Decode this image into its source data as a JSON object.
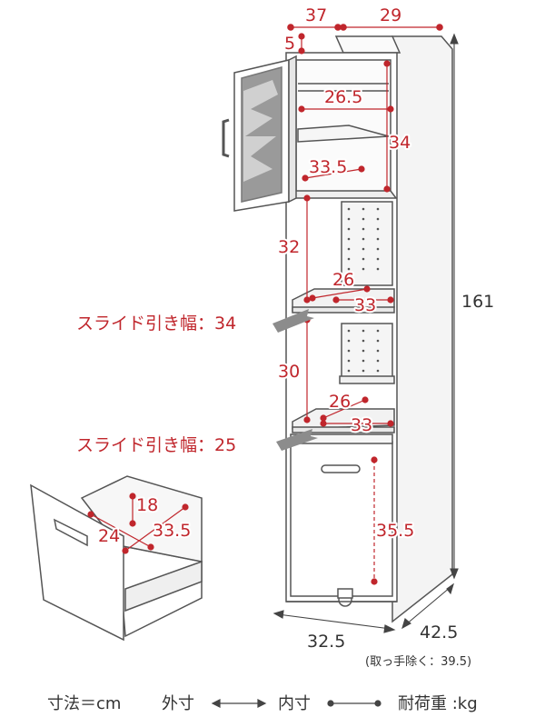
{
  "colors": {
    "dimension_red": "#c0262c",
    "outline": "#555555",
    "text_dark": "#333333",
    "panel_fill": "#f1f1f1",
    "glass_fill": "#9a9a9a"
  },
  "top_dims": {
    "left": "37",
    "right": "29",
    "small": "5"
  },
  "inner_dims": {
    "top_shelf_width": "26.5",
    "top_height": "34",
    "top_depth": "33.5",
    "mid_height": "32",
    "tray1_width": "26",
    "tray1_depth": "33",
    "lower_height": "30",
    "tray2_width": "26",
    "tray2_depth": "33",
    "drawer_height": "35.5"
  },
  "overall": {
    "height": "161",
    "width": "32.5",
    "depth": "42.5",
    "depth_note": "(取っ手除く：39.5)"
  },
  "slides": {
    "upper": "スライド引き幅：34",
    "lower": "スライド引き幅：25"
  },
  "drawer_inset": {
    "height": "18",
    "width": "24",
    "depth": "33.5"
  },
  "legend": {
    "unit_label": "寸法＝cm",
    "outer_label": "外寸",
    "inner_label": "内寸",
    "load_label": "耐荷重 :kg"
  }
}
